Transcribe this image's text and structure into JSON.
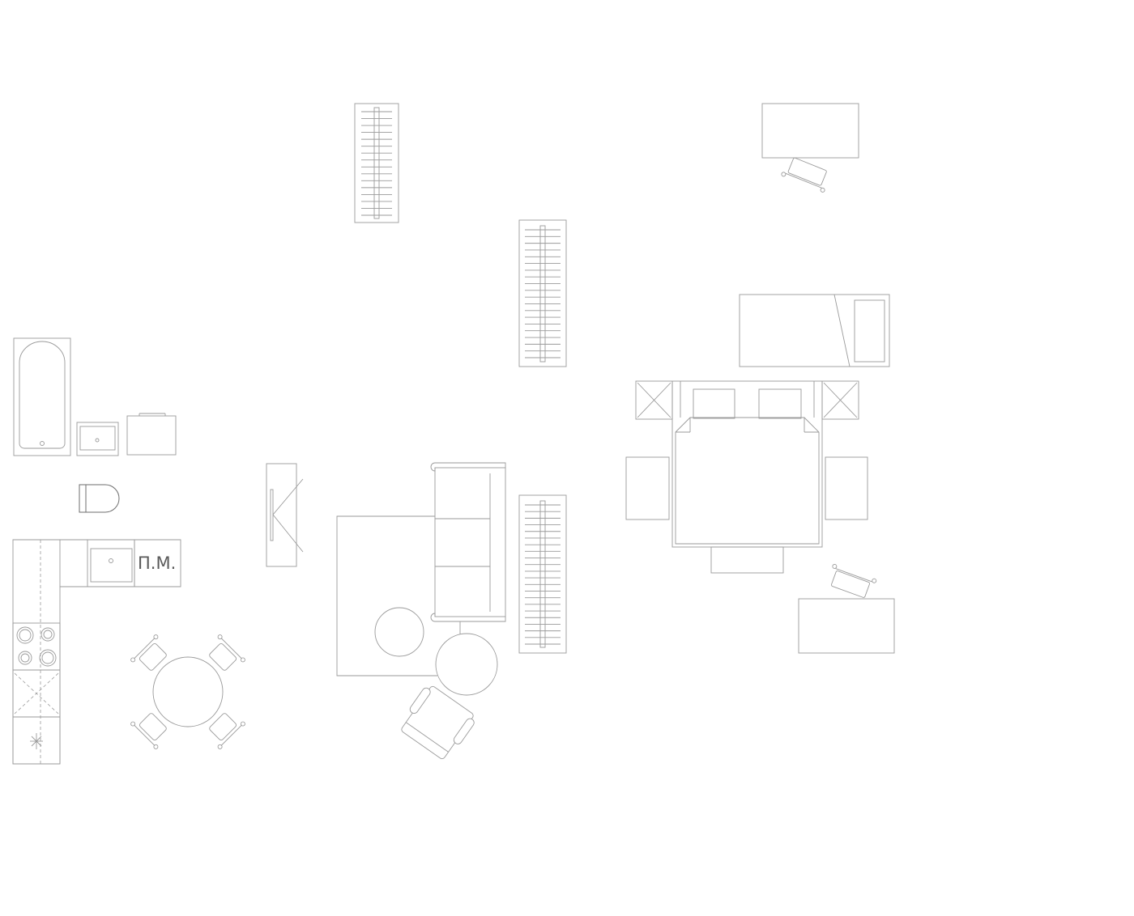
{
  "labels": {
    "washing_machine": "П.М."
  },
  "colors": {
    "background": "#ffffff",
    "line": "#9a9a9a",
    "label": "#5a5a5a"
  },
  "furniture": [
    "bathtub",
    "bathroom-sink",
    "washbasin-cabinet",
    "toilet",
    "kitchen-counter",
    "kitchen-sink",
    "cooktop",
    "dishwasher",
    "fridge",
    "dining-table",
    "dining-chair",
    "entry-door",
    "wardrobe",
    "desk",
    "desk-chair",
    "sofa",
    "rug",
    "coffee-table",
    "side-table",
    "armchair",
    "single-bed",
    "double-bed",
    "nightstand",
    "pouf"
  ]
}
